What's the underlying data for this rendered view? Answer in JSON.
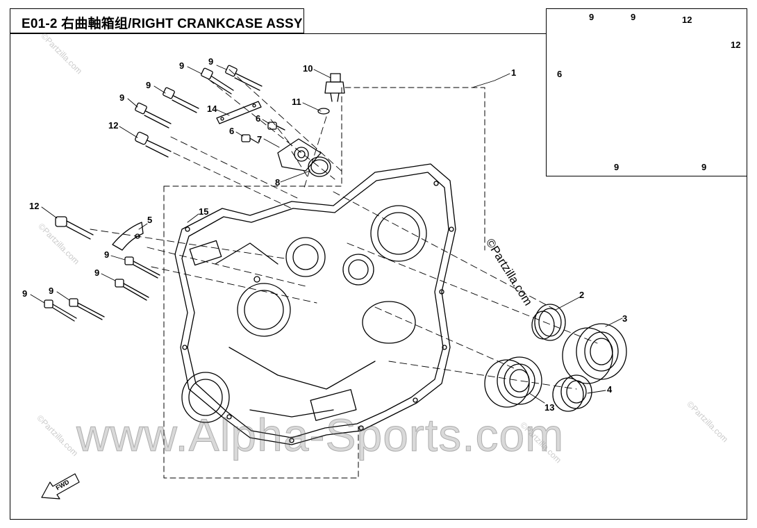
{
  "title": "E01-2 右曲軸箱组/RIGHT CRANKCASE ASSY",
  "watermark": "www.Alpha-Sports.com",
  "partzilla_mark": "©Partzilla.com",
  "corner_marks": [
    "©Partzilla.com",
    "©Partzilla.com",
    "©Partzilla.com",
    "©Partzilla.com",
    "©Partzilla.com"
  ],
  "fwd_label": "FWD",
  "callouts_main": [
    "9",
    "9",
    "9",
    "9",
    "12",
    "14",
    "10",
    "11",
    "6",
    "6",
    "7",
    "8",
    "1",
    "12",
    "5",
    "15",
    "9",
    "9",
    "9",
    "9",
    "2",
    "3",
    "13",
    "4"
  ],
  "callouts_inset": [
    "9",
    "9",
    "12",
    "12",
    "6",
    "9",
    "9"
  ],
  "colors": {
    "line": "#000000",
    "watermark": "#8a8a8a"
  }
}
